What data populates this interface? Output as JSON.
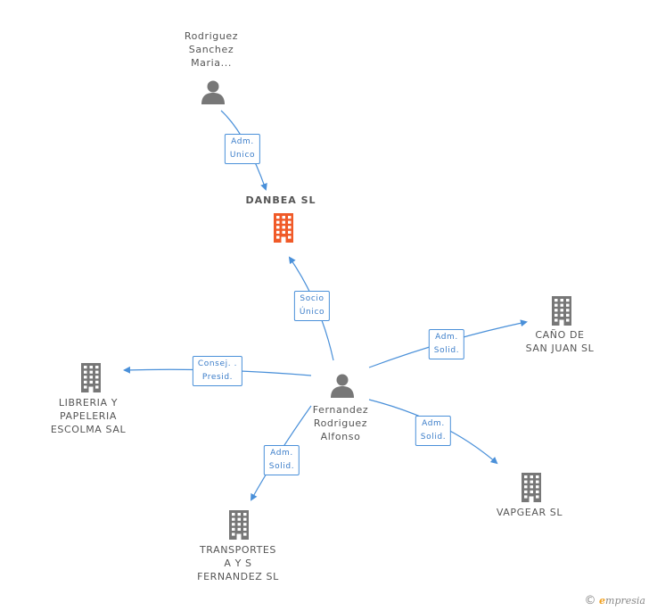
{
  "colors": {
    "accent": "#4a90d9",
    "main_building": "#f05a28",
    "building": "#777777",
    "person": "#777777",
    "text": "#555555"
  },
  "nodes": [
    {
      "id": "danbea",
      "kind": "building",
      "main": true,
      "lines": [
        "DANBEA SL"
      ]
    },
    {
      "id": "rodriguez",
      "kind": "person",
      "lines": [
        "Rodriguez",
        "Sanchez",
        "Maria..."
      ]
    },
    {
      "id": "fernandez",
      "kind": "person",
      "lines": [
        "Fernandez",
        "Rodriguez",
        "Alfonso"
      ]
    },
    {
      "id": "cano",
      "kind": "building",
      "lines": [
        "CAÑO DE",
        "SAN JUAN SL"
      ]
    },
    {
      "id": "libreria",
      "kind": "building",
      "lines": [
        "LIBRERIA Y",
        "PAPELERIA",
        "ESCOLMA SAL"
      ]
    },
    {
      "id": "transportes",
      "kind": "building",
      "lines": [
        "TRANSPORTES",
        "A Y S",
        "FERNANDEZ SL"
      ]
    },
    {
      "id": "vapgear",
      "kind": "building",
      "lines": [
        "VAPGEAR SL"
      ]
    }
  ],
  "edges": [
    {
      "from": "rodriguez",
      "to": "danbea",
      "lines": [
        "Adm.",
        "Unico"
      ]
    },
    {
      "from": "fernandez",
      "to": "danbea",
      "lines": [
        "Socio",
        "Único"
      ]
    },
    {
      "from": "fernandez",
      "to": "cano",
      "lines": [
        "Adm.",
        "Solid."
      ]
    },
    {
      "from": "fernandez",
      "to": "libreria",
      "lines": [
        "Consej. .",
        "Presid."
      ]
    },
    {
      "from": "fernandez",
      "to": "transportes",
      "lines": [
        "Adm.",
        "Solid."
      ]
    },
    {
      "from": "fernandez",
      "to": "vapgear",
      "lines": [
        "Adm.",
        "Solid."
      ]
    }
  ],
  "credit": {
    "symbol": "©",
    "brand_initial": "e",
    "brand_rest": "mpresia"
  }
}
